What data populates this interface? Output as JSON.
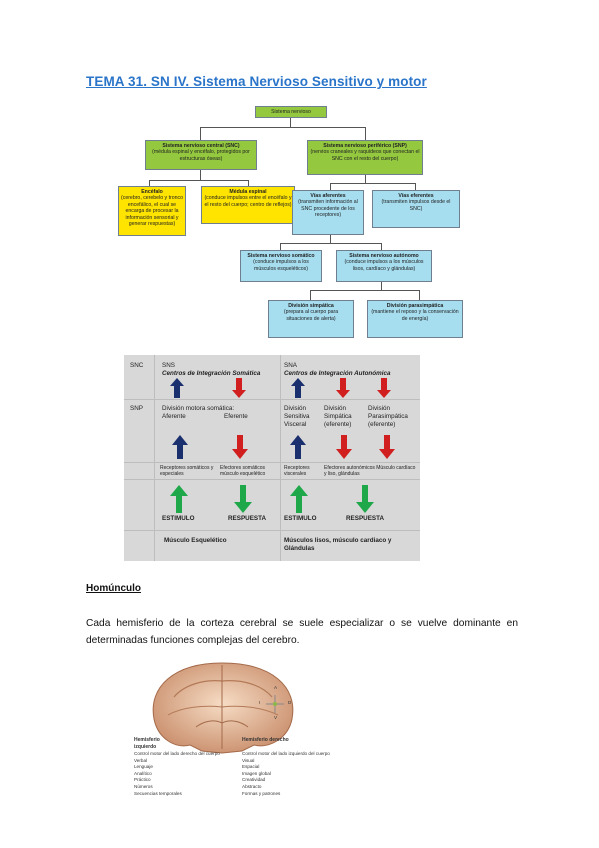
{
  "title": "TEMA 31. SN IV. Sistema Nervioso Sensitivo y motor",
  "flowchart": {
    "root": "Sistema nervioso",
    "snc": {
      "title": "Sistema nervioso central (SNC)",
      "text": "(médula espinal y encéfalo, protegidos por estructuras óseas)"
    },
    "snp": {
      "title": "Sistema nervioso periférico (SNP)",
      "text": "(nervios craneales y raquídeos que conectan el SNC con el resto del cuerpo)"
    },
    "encefalo": {
      "title": "Encéfalo",
      "text": "(cerebro, cerebelo y tronco encefálico, el cual se encarga de procesar la información sensorial y generar respuestas)"
    },
    "medula": {
      "title": "Médula espinal",
      "text": "(conduce impulsos entre el encéfalo y el resto del cuerpo; centro de reflejos)"
    },
    "vias_aferentes": {
      "title": "Vías aferentes",
      "text": "(transmiten información al SNC procedente de los receptores)"
    },
    "vias_eferentes": {
      "title": "Vías eferentes",
      "text": "(transmiten impulsos desde el SNC)"
    },
    "somatico": {
      "title": "Sistema nervioso somático",
      "text": "(conduce impulsos a los músculos esqueléticos)"
    },
    "autonomo": {
      "title": "Sistema nervioso autónomo",
      "text": "(conduce impulsos a los músculos lisos, cardíaco y glándulas)"
    },
    "simpatico": {
      "title": "División simpática",
      "text": "(prepara al cuerpo para situaciones de alerta)"
    },
    "parasimpatico": {
      "title": "División parasimpática",
      "text": "(mantiene el reposo y la conservación de energía)"
    }
  },
  "table": {
    "snc_label": "SNC",
    "sns_label": "SNS",
    "sns_sub": "Centros de Integración Somática",
    "sna_label": "SNA",
    "sna_sub": "Centros de Integración Autonómica",
    "snp_label": "SNP",
    "motora": "División motora somática:",
    "aferente": "Aferente",
    "eferente": "Eferente",
    "div_sensitiva": "División Sensitiva Visceral",
    "div_simpatica": "División Simpática (eferente)",
    "div_parasimpatica": "División Parasimpática (eferente)",
    "recep_somaticos": "Receptores somáticos y especiales",
    "efector_somatico": "Efectores somáticos músculo esquelético",
    "recep_viscerales": "Receptores viscerales",
    "efector_autonomo": "Efectores autonómicos Músculo cardíaco y liso, glándulas",
    "estimulo": "ESTIMULO",
    "respuesta": "RESPUESTA",
    "musculo_esq": "Músculo Esquelético",
    "musculos_lisos": "Músculos lisos, músculo cardiaco y Glándulas"
  },
  "homunculo": {
    "heading": "Homúnculo",
    "paragraph": "Cada hemisferio de la corteza cerebral se suele especializar o se vuelve dominante en determinadas funciones complejas del cerebro."
  },
  "figure": {
    "left_title": "Hemisferio izquierdo",
    "left_items": [
      "Control motor del lado derecho del cuerpo",
      "Verbal",
      "Lenguaje",
      "Analítico",
      "Práctico",
      "Números",
      "Secuencias temporales"
    ],
    "right_title": "Hemisferio derecho",
    "right_items": [
      "Control motor del lado izquierdo del cuerpo",
      "Visual",
      "Espacial",
      "Imagen global",
      "Creatividad",
      "Abstracto",
      "Formas y patrones"
    ],
    "compass": [
      "A",
      "V",
      "D",
      "I"
    ]
  },
  "colors": {
    "title": "#2a74c9",
    "green_node": "#94c93f",
    "yellow_node": "#ffe400",
    "cyan_node": "#a6def0",
    "arrow_up": "#1a2f6e",
    "arrow_down": "#d11f1f",
    "arrow_green": "#1fa84a"
  }
}
